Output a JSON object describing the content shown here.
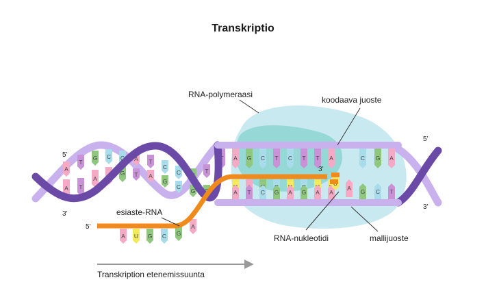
{
  "title": "Transkriptio",
  "labels": {
    "rna_polymerase": "RNA-polymeraasi",
    "coding_strand": "koodaava juoste",
    "pre_rna": "esiaste-RNA",
    "rna_nucleotide": "RNA-nukleotidi",
    "template_strand": "mallijuoste",
    "direction": "Transkription etenemissuunta"
  },
  "strand_ends": {
    "left_top": "5’",
    "left_bottom": "3’",
    "right_top": "5’",
    "right_bottom": "3’",
    "rna_5": "5’",
    "rna_3": "3’"
  },
  "colors": {
    "backbone_light": "#c9b1ee",
    "backbone_dark": "#6a4aa6",
    "rna_backbone": "#f08a1c",
    "polymerase_outer": "#c9e9f1",
    "polymerase_inner": "#8fd6d2",
    "A": "#f4a9c4",
    "T": "#c991d6",
    "C": "#a9dcea",
    "G": "#8fc77f",
    "U": "#f3e95e",
    "arrow": "#999999"
  },
  "bases": {
    "left_twist_top": [
      "A",
      "T",
      "G",
      "C",
      "C"
    ],
    "left_twist_bottom": [
      "A",
      "T",
      "A",
      "A",
      "G"
    ],
    "middle_twist_top": [
      "A",
      "T",
      "C",
      "C",
      "G",
      "T"
    ],
    "middle_twist_bottom": [
      "T",
      "A",
      "G",
      "C",
      "G",
      "G"
    ],
    "coding": [
      "T",
      "A",
      "G",
      "C",
      "T",
      "C",
      "T",
      "T",
      "A"
    ],
    "rna_in_bubble": [
      "U",
      "A",
      "G",
      "C",
      "U",
      "C",
      "U",
      "U"
    ],
    "template": [
      "A",
      "T",
      "C",
      "G",
      "A",
      "G",
      "A",
      "A"
    ],
    "incoming_nucleotide": "U",
    "template_extra": "A",
    "right_twist_top": [
      "C",
      "G",
      "A"
    ],
    "right_twist_bottom": [
      "G",
      "C",
      "T"
    ],
    "released_rna": [
      "A",
      "U",
      "G",
      "C",
      "G",
      "A"
    ]
  }
}
